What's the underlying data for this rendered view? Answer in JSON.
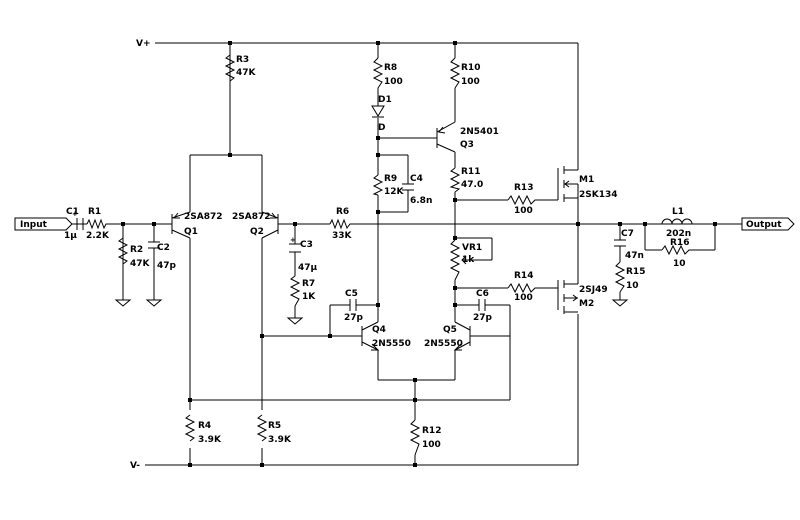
{
  "rails": {
    "vplus": "V+",
    "vminus": "V-"
  },
  "ports": {
    "input": "Input",
    "output": "Output"
  },
  "components": {
    "C1": {
      "ref": "C1",
      "value": "1µ"
    },
    "R1": {
      "ref": "R1",
      "value": "2.2K"
    },
    "R2": {
      "ref": "R2",
      "value": "47K"
    },
    "C2": {
      "ref": "C2",
      "value": "47p"
    },
    "Q1": {
      "ref": "Q1",
      "value": "2SA872"
    },
    "Q2": {
      "ref": "Q2",
      "value": "2SA872"
    },
    "R3": {
      "ref": "R3",
      "value": "47K"
    },
    "R4": {
      "ref": "R4",
      "value": "3.9K"
    },
    "R5": {
      "ref": "R5",
      "value": "3.9K"
    },
    "R6": {
      "ref": "R6",
      "value": "33K"
    },
    "C3": {
      "ref": "C3",
      "value": "47µ"
    },
    "R7": {
      "ref": "R7",
      "value": "1K"
    },
    "R8": {
      "ref": "R8",
      "value": "100"
    },
    "D1": {
      "ref": "D1",
      "value": "D"
    },
    "R9": {
      "ref": "R9",
      "value": "12K"
    },
    "C4": {
      "ref": "C4",
      "value": "6.8n"
    },
    "R10": {
      "ref": "R10",
      "value": "100"
    },
    "Q3": {
      "ref": "Q3",
      "value": "2N5401"
    },
    "R11": {
      "ref": "R11",
      "value": "47.0"
    },
    "VR1": {
      "ref": "VR1",
      "value": "1k"
    },
    "C5": {
      "ref": "C5",
      "value": "27p"
    },
    "C6": {
      "ref": "C6",
      "value": "27p"
    },
    "Q4": {
      "ref": "Q4",
      "value": "2N5550"
    },
    "Q5": {
      "ref": "Q5",
      "value": "2N5550"
    },
    "R12": {
      "ref": "R12",
      "value": "100"
    },
    "R13": {
      "ref": "R13",
      "value": "100"
    },
    "R14": {
      "ref": "R14",
      "value": "100"
    },
    "M1": {
      "ref": "M1",
      "value": "2SK134"
    },
    "M2": {
      "ref": "M2",
      "value": "2SJ49"
    },
    "C7": {
      "ref": "C7",
      "value": "47n"
    },
    "R15": {
      "ref": "R15",
      "value": "10"
    },
    "L1": {
      "ref": "L1",
      "value": "202n"
    },
    "R16": {
      "ref": "R16",
      "value": "10"
    }
  }
}
